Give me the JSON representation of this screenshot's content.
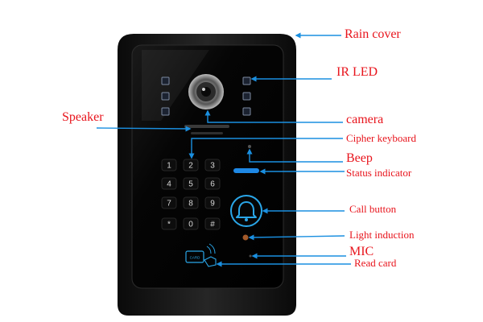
{
  "labels": {
    "rain_cover": "Rain cover",
    "ir_led": "IR LED",
    "speaker": "Speaker",
    "camera": "camera",
    "cipher_keyboard": "Cipher keyboard",
    "beep": "Beep",
    "status_indicator": "Status indicator",
    "call_button": "Call button",
    "light_induction": "Light induction",
    "mic": "MIC",
    "read_card": "Read card"
  },
  "keypad": [
    "1",
    "2",
    "3",
    "4",
    "5",
    "6",
    "7",
    "8",
    "9",
    "*",
    "0",
    "#"
  ],
  "card_text": "CARD",
  "colors": {
    "label": "#e8141c",
    "arrow": "#1a8fe0",
    "housing": "#141414",
    "panel": "#000000",
    "key_text": "#d8d8d8",
    "accent_blue": "#1e88e5",
    "call_ring": "#2aa6e8"
  },
  "icons": [
    "bell-icon",
    "card-reader-icon",
    "camera-lens-icon"
  ]
}
